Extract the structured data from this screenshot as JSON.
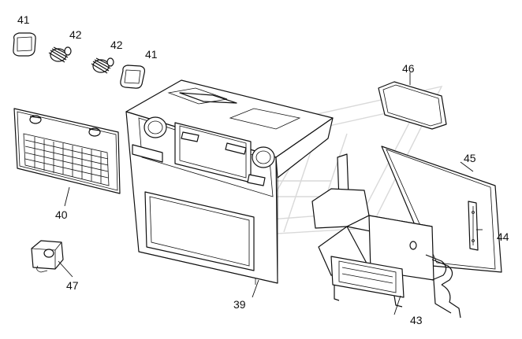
{
  "labels": {
    "p39": "39",
    "p40": "40",
    "p41a": "41",
    "p41b": "41",
    "p42a": "42",
    "p42b": "42",
    "p43": "43",
    "p44": "44",
    "p45": "45",
    "p46": "46",
    "p47": "47"
  },
  "colors": {
    "line": "#111111",
    "watermark": "#d9d9d9",
    "background": "#ffffff"
  }
}
